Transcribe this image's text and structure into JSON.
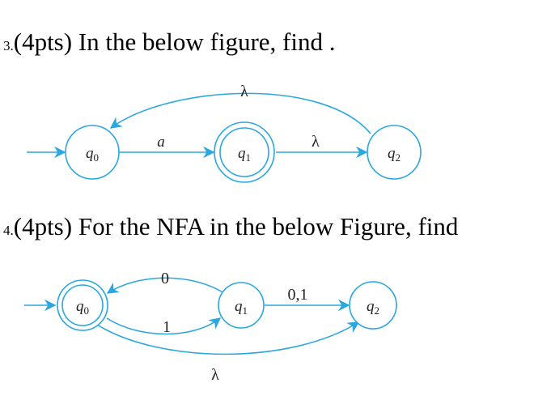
{
  "questions": [
    {
      "number": "3.",
      "text": "(4pts) In the below figure, find ."
    },
    {
      "number": "4.",
      "text": "(4pts) For the NFA in the below Figure, find"
    }
  ],
  "figure1": {
    "states": [
      {
        "name": "q",
        "sub": "0",
        "accepting": false,
        "initial": true
      },
      {
        "name": "q",
        "sub": "1",
        "accepting": true,
        "initial": false
      },
      {
        "name": "q",
        "sub": "2",
        "accepting": false,
        "initial": false
      }
    ],
    "transitions": [
      {
        "from": "q0",
        "to": "q1",
        "label": "a"
      },
      {
        "from": "q1",
        "to": "q2",
        "label": "λ"
      },
      {
        "from": "q2",
        "to": "q0",
        "label": "λ"
      }
    ],
    "colors": {
      "stroke": "#2aa7df"
    }
  },
  "figure2": {
    "states": [
      {
        "name": "q",
        "sub": "0",
        "accepting": true,
        "initial": true
      },
      {
        "name": "q",
        "sub": "1",
        "accepting": false,
        "initial": false
      },
      {
        "name": "q",
        "sub": "2",
        "accepting": false,
        "initial": false
      }
    ],
    "transitions": [
      {
        "from": "q1",
        "to": "q0",
        "label": "0"
      },
      {
        "from": "q0",
        "to": "q1",
        "label": "1"
      },
      {
        "from": "q1",
        "to": "q2",
        "label": "0,1"
      },
      {
        "from": "q0",
        "to": "q2",
        "label": "λ"
      }
    ],
    "colors": {
      "stroke": "#2aa7df"
    }
  }
}
